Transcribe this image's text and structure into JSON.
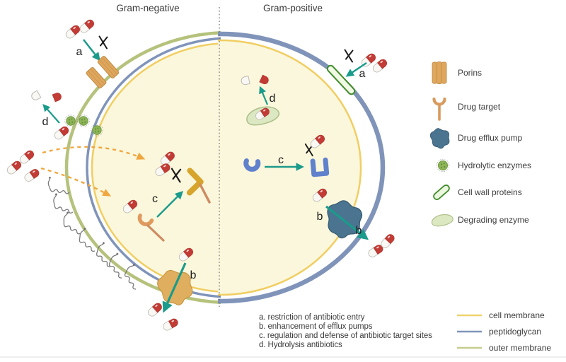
{
  "titles": {
    "left": "Gram-negative",
    "right": "Gram-positive"
  },
  "mechanisms": {
    "a": "a",
    "b": "b",
    "c": "c",
    "d": "d"
  },
  "legend": {
    "items": [
      {
        "name": "porins",
        "label": "Porins"
      },
      {
        "name": "drug-target",
        "label": "Drug target"
      },
      {
        "name": "drug-efflux-pump",
        "label": "Drug efflux pump"
      },
      {
        "name": "hydrolytic-enzymes",
        "label": "Hydrolytic enzymes"
      },
      {
        "name": "cell-wall-proteins",
        "label": "Cell wall proteins"
      },
      {
        "name": "degrading-enzyme",
        "label": "Degrading enzyme"
      }
    ]
  },
  "membrane_legend": {
    "items": [
      {
        "label": "cell membrane",
        "color": "#EFD36D"
      },
      {
        "label": "peptidoglycan",
        "color": "#8194BA"
      },
      {
        "label": "outer membrane",
        "color": "#C6CD8E"
      }
    ]
  },
  "notes": {
    "lines": [
      "a. restriction of antibiotic entry",
      "b. enhancement of efflux pumps",
      "c. regulation and defense of antibiotic target sites",
      "d. Hydrolysis antibiotics"
    ]
  },
  "colors": {
    "teal_arrow": "#1A9B8B",
    "orange_dashed_arrow": "#F0A73F",
    "pill_red": "#C23B35",
    "porin_tan": "#DFA75E",
    "efflux_pump_tan": "#DFAE5F",
    "efflux_pump_blue": "#4A7490",
    "drug_target_orange": "#DE9C63",
    "drug_target_gold": "#D7A42C",
    "drug_target_blue": "#6081CC",
    "hydrolytic_enzyme_green": "#8DB457",
    "cell_wall_protein_green": "#418C2B",
    "degrading_enzyme_green": "#DCE8C2",
    "cell_fill": "#FBF7DC",
    "cell_membrane": "#F0CE62",
    "peptidoglycan": "#8094BA",
    "outer_membrane": "#B5C27C"
  }
}
